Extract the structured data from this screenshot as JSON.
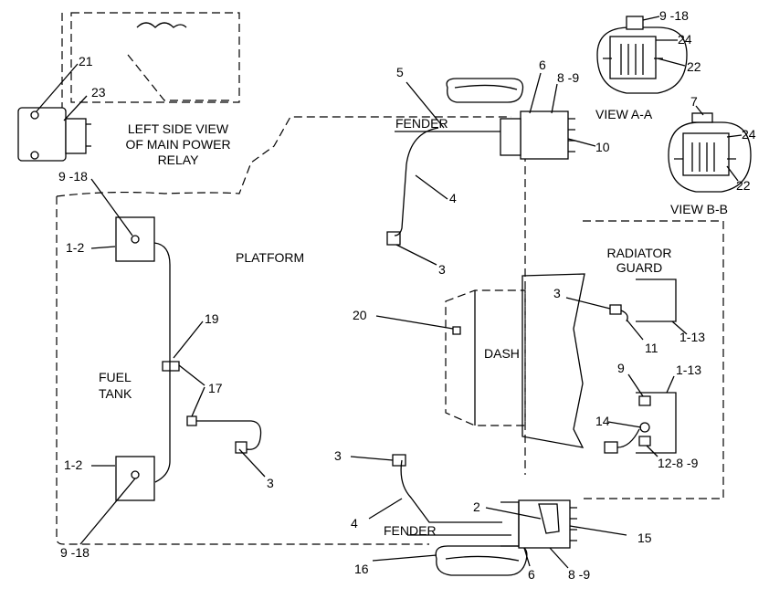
{
  "views": {
    "relay_view": "LEFT SIDE VIEW\nOF MAIN POWER\nRELAY",
    "view_a": "VIEW A-A",
    "view_b": "VIEW B-B"
  },
  "areas": {
    "platform": "PLATFORM",
    "fuel_tank": "FUEL\nTANK",
    "fender_top": "FENDER",
    "fender_bottom": "FENDER",
    "dash": "DASH",
    "radiator_guard": "RADIATOR\nGUARD"
  },
  "callouts": {
    "c21": "21",
    "c23": "23",
    "c9_18_top": "9 -18",
    "c1_2_top": "1-2",
    "c19": "19",
    "c17": "17",
    "c3_left": "3",
    "c1_2_bottom": "1-2",
    "c9_18_bottom": "9 -18",
    "c5": "5",
    "c6_top": "6",
    "c8_9_top": "8 -9",
    "c10": "10",
    "c4_top": "4",
    "c3_top": "3",
    "c20": "20",
    "c3_bottom": "3",
    "c4_bottom": "4",
    "c2": "2",
    "c15": "15",
    "c16": "16",
    "c6_bottom": "6",
    "c8_9_bottom": "8 -9",
    "c3_rad": "3",
    "c11": "11",
    "c1_13_a": "1-13",
    "c9_rad": "9",
    "c1_13_b": "1-13",
    "c14": "14",
    "c12_8_9": "12-8 -9",
    "c9_18_viewa": "9 -18",
    "c24_a": "24",
    "c22_a": "22",
    "c7": "7",
    "c24_b": "24",
    "c22_b": "22"
  }
}
